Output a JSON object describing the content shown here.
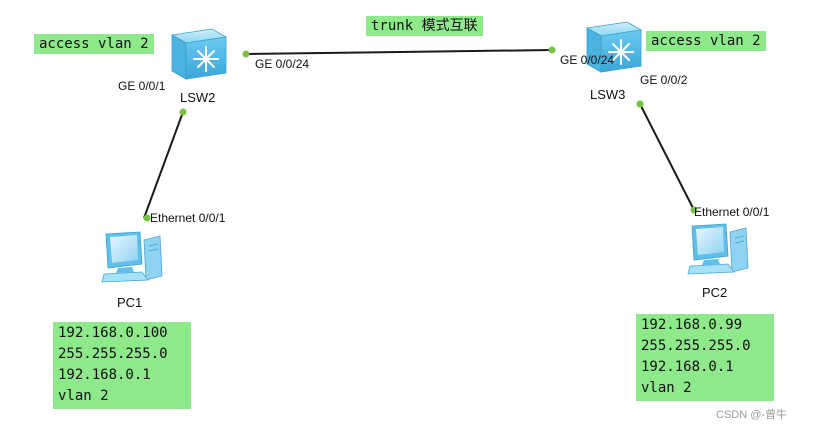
{
  "notes": {
    "trunk": "trunk 模式互联",
    "lsw2_access": "access vlan 2",
    "lsw3_access": "access vlan 2"
  },
  "devices": {
    "lsw2": {
      "name": "LSW2"
    },
    "lsw3": {
      "name": "LSW3"
    },
    "pc1": {
      "name": "PC1"
    },
    "pc2": {
      "name": "PC2"
    }
  },
  "ports": {
    "lsw2_ge001": "GE 0/0/1",
    "lsw2_ge0024": "GE 0/0/24",
    "lsw3_ge0024": "GE 0/0/24",
    "lsw3_ge002": "GE 0/0/2",
    "pc1_eth": "Ethernet 0/0/1",
    "pc2_eth": "Ethernet 0/0/1"
  },
  "pc1_config": {
    "ip": "192.168.0.100",
    "mask": "255.255.255.0",
    "gateway": "192.168.0.1",
    "vlan": "vlan 2"
  },
  "pc2_config": {
    "ip": "192.168.0.99",
    "mask": "255.255.255.0",
    "gateway": "192.168.0.1",
    "vlan": "vlan 2"
  },
  "watermark": "CSDN @-曾牛",
  "colors": {
    "note_bg": "#8ee98a",
    "link": "#1a1a1a",
    "port_dot": "#7ac142",
    "switch": "#5cc2ec",
    "pc": "#7fd0f2"
  }
}
